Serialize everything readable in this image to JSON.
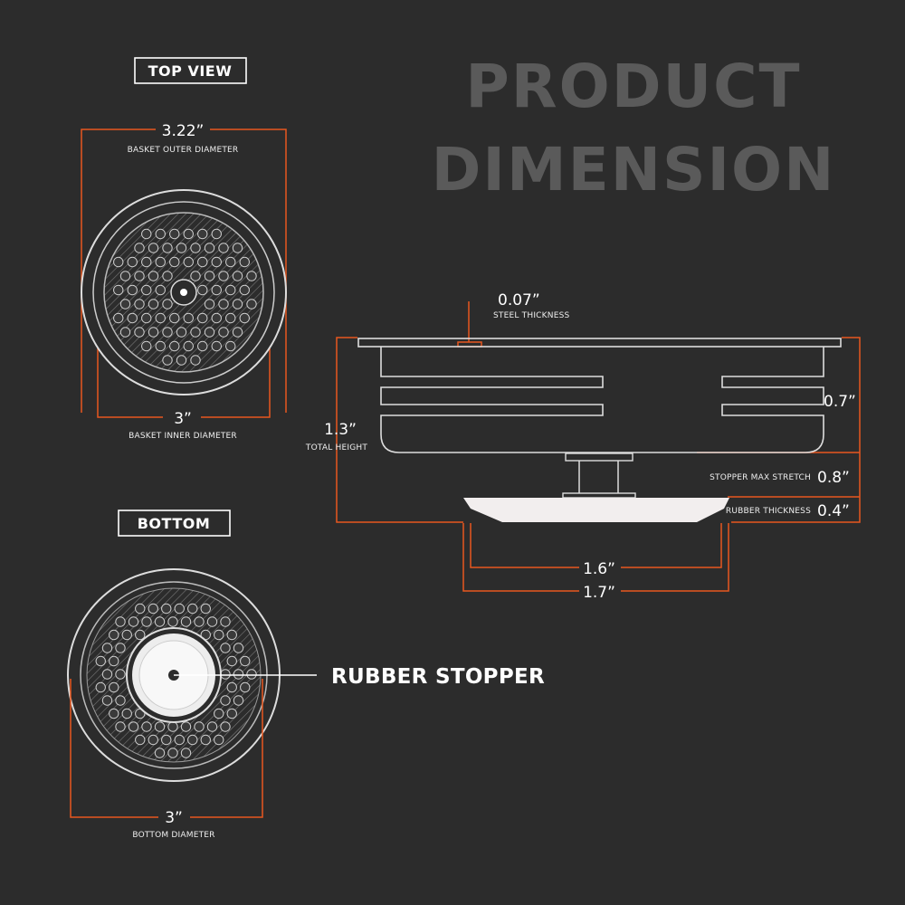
{
  "title": {
    "line1": "PRODUCT",
    "line2": "DIMENSION"
  },
  "top_view": {
    "label": "TOP VIEW",
    "outer_value": "3.22”",
    "outer_label": "BASKET OUTER DIAMETER",
    "inner_value": "3”",
    "inner_label": "BASKET INNER DIAMETER"
  },
  "bottom_view": {
    "label": "BOTTOM",
    "diameter_value": "3”",
    "diameter_label": "BOTTOM DIAMETER",
    "callout": "RUBBER STOPPER"
  },
  "side_view": {
    "steel_value": "0.07”",
    "steel_label": "STEEL THICKNESS",
    "total_value": "1.3”",
    "total_label": "TOTAL HEIGHT",
    "basket_height_value": "0.7”",
    "stretch_label": "STOPPER MAX STRETCH",
    "stretch_value": "0.8”",
    "rubber_label": "RUBBER THICKNESS",
    "rubber_value": "0.4”",
    "inner_width_value": "1.6”",
    "outer_width_value": "1.7”"
  },
  "colors": {
    "background": "#2c2c2c",
    "accent": "#e8571e",
    "line": "#dcdcdc",
    "title": "#5a5a5a"
  }
}
